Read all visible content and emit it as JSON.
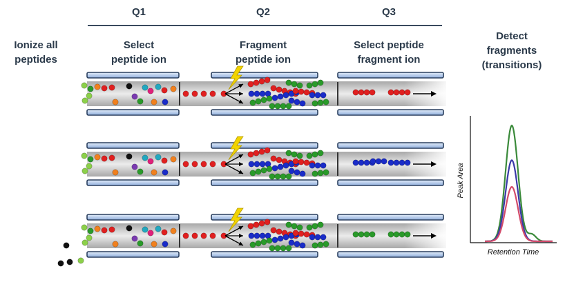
{
  "stages": {
    "q1": "Q1",
    "q2": "Q2",
    "q3": "Q3"
  },
  "steps": {
    "ionize_line1": "Ionize all",
    "ionize_line2": "peptides",
    "select_line1": "Select",
    "select_line2": "peptide ion",
    "fragment_line1": "Fragment",
    "fragment_line2": "peptide ion",
    "select_frag_line1": "Select peptide",
    "select_frag_line2": "fragment ion",
    "detect_line1": "Detect",
    "detect_line2": "fragments",
    "detect_line3": "(transitions)"
  },
  "plot": {
    "ylabel": "Peak Area",
    "xlabel": "Retention Time",
    "series": [
      {
        "color": "#3a8a3a",
        "relative_peak": 1.0
      },
      {
        "color": "#3a3aa8",
        "relative_peak": 0.7
      },
      {
        "color": "#d24a6a",
        "relative_peak": 0.47
      }
    ]
  },
  "colors": {
    "red": "#e02020",
    "blue": "#1a2cc8",
    "green": "#2a9a2a",
    "lime": "#8cd04a",
    "orange": "#f0801e",
    "magenta": "#e0207a",
    "teal": "#22a8c0",
    "purple": "#7a3ab0",
    "black": "#111111",
    "rod_fill": "#bcd0ec",
    "rod_stroke": "#2a3f5e",
    "lightning": "#f2d400"
  },
  "icons": {
    "lightning": "lightning-bolt-icon",
    "arrow": "right-arrow-icon"
  }
}
